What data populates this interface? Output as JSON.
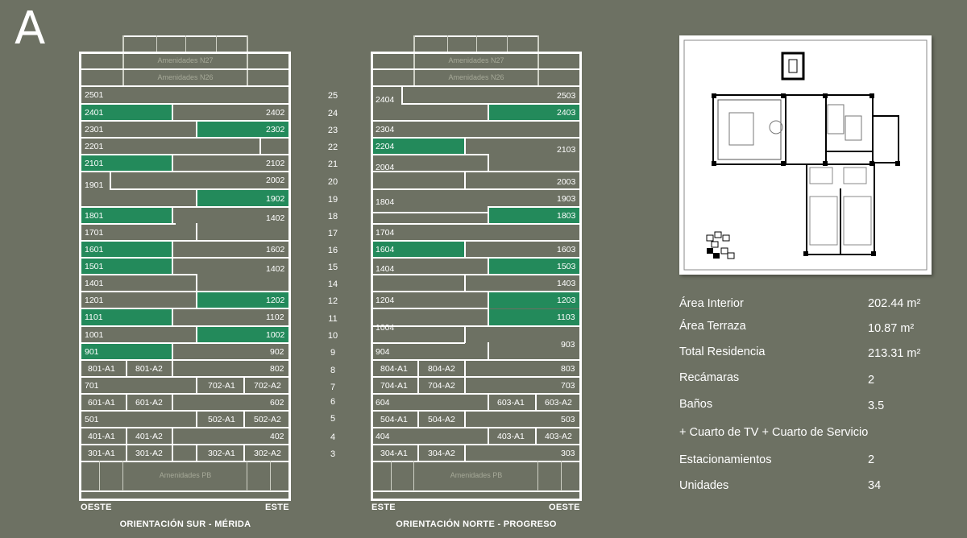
{
  "tower_letter": "A",
  "south": {
    "orientation": "ORIENTACIÓN SUR - MÉRIDA",
    "left_dir": "OESTE",
    "right_dir": "ESTE",
    "amenidades_top": [
      "Amenidades N27",
      "Amenidades N26"
    ],
    "amenidades_bottom": "Amenidades PB",
    "units": [
      "2501",
      "2401",
      "2402",
      "2301",
      "2302",
      "2201",
      "2101",
      "2102",
      "1901",
      "2002",
      "1902",
      "1801",
      "1402",
      "1701",
      "1601",
      "1602",
      "1501",
      "1402",
      "1401",
      "1201",
      "1202",
      "1101",
      "1102",
      "1001",
      "1002",
      "901",
      "902",
      "801-A1",
      "801-A2",
      "802",
      "701",
      "702-A1",
      "702-A2",
      "601-A1",
      "601-A2",
      "602",
      "501",
      "502-A1",
      "502-A2",
      "401-A1",
      "401-A2",
      "402",
      "301-A1",
      "301-A2",
      "302-A1",
      "302-A2"
    ]
  },
  "north": {
    "orientation": "ORIENTACIÓN NORTE - PROGRESO",
    "left_dir": "ESTE",
    "right_dir": "OESTE",
    "amenidades_top": [
      "Amenidades N27",
      "Amenidades N26"
    ],
    "amenidades_bottom": "Amenidades PB",
    "units": [
      "2404",
      "2503",
      "2403",
      "2304",
      "2204",
      "2103",
      "2004",
      "2003",
      "1804",
      "1903",
      "1803",
      "1704",
      "1604",
      "1603",
      "1404",
      "1503",
      "1403",
      "1204",
      "1203",
      "1004",
      "1103",
      "904",
      "903",
      "804-A1",
      "804-A2",
      "803",
      "704-A1",
      "704-A2",
      "703",
      "604",
      "603-A1",
      "603-A2",
      "504-A1",
      "504-A2",
      "503",
      "404",
      "403-A1",
      "403-A2",
      "304-A1",
      "304-A2",
      "303"
    ]
  },
  "floor_numbers": [
    "25",
    "24",
    "23",
    "22",
    "21",
    "20",
    "19",
    "18",
    "17",
    "16",
    "15",
    "14",
    "12",
    "11",
    "10",
    "9",
    "8",
    "7",
    "6",
    "5",
    "4",
    "3"
  ],
  "stats": [
    {
      "label": "Área Interior",
      "value": "202.44 m²"
    },
    {
      "label": "Área Terraza",
      "value": "10.87 m²"
    },
    {
      "label": "Total Residencia",
      "value": "213.31 m²"
    },
    {
      "label": "Recámaras",
      "value": "2"
    },
    {
      "label": "Baños",
      "value": "3.5"
    },
    {
      "label": "+ Cuarto de TV + Cuarto de Servicio",
      "value": ""
    },
    {
      "label": "Estacionamientos",
      "value": "2"
    },
    {
      "label": "Unidades",
      "value": "34"
    }
  ],
  "colors": {
    "background": "#6d7163",
    "highlight": "#238a5b",
    "lines": "#ffffff"
  }
}
